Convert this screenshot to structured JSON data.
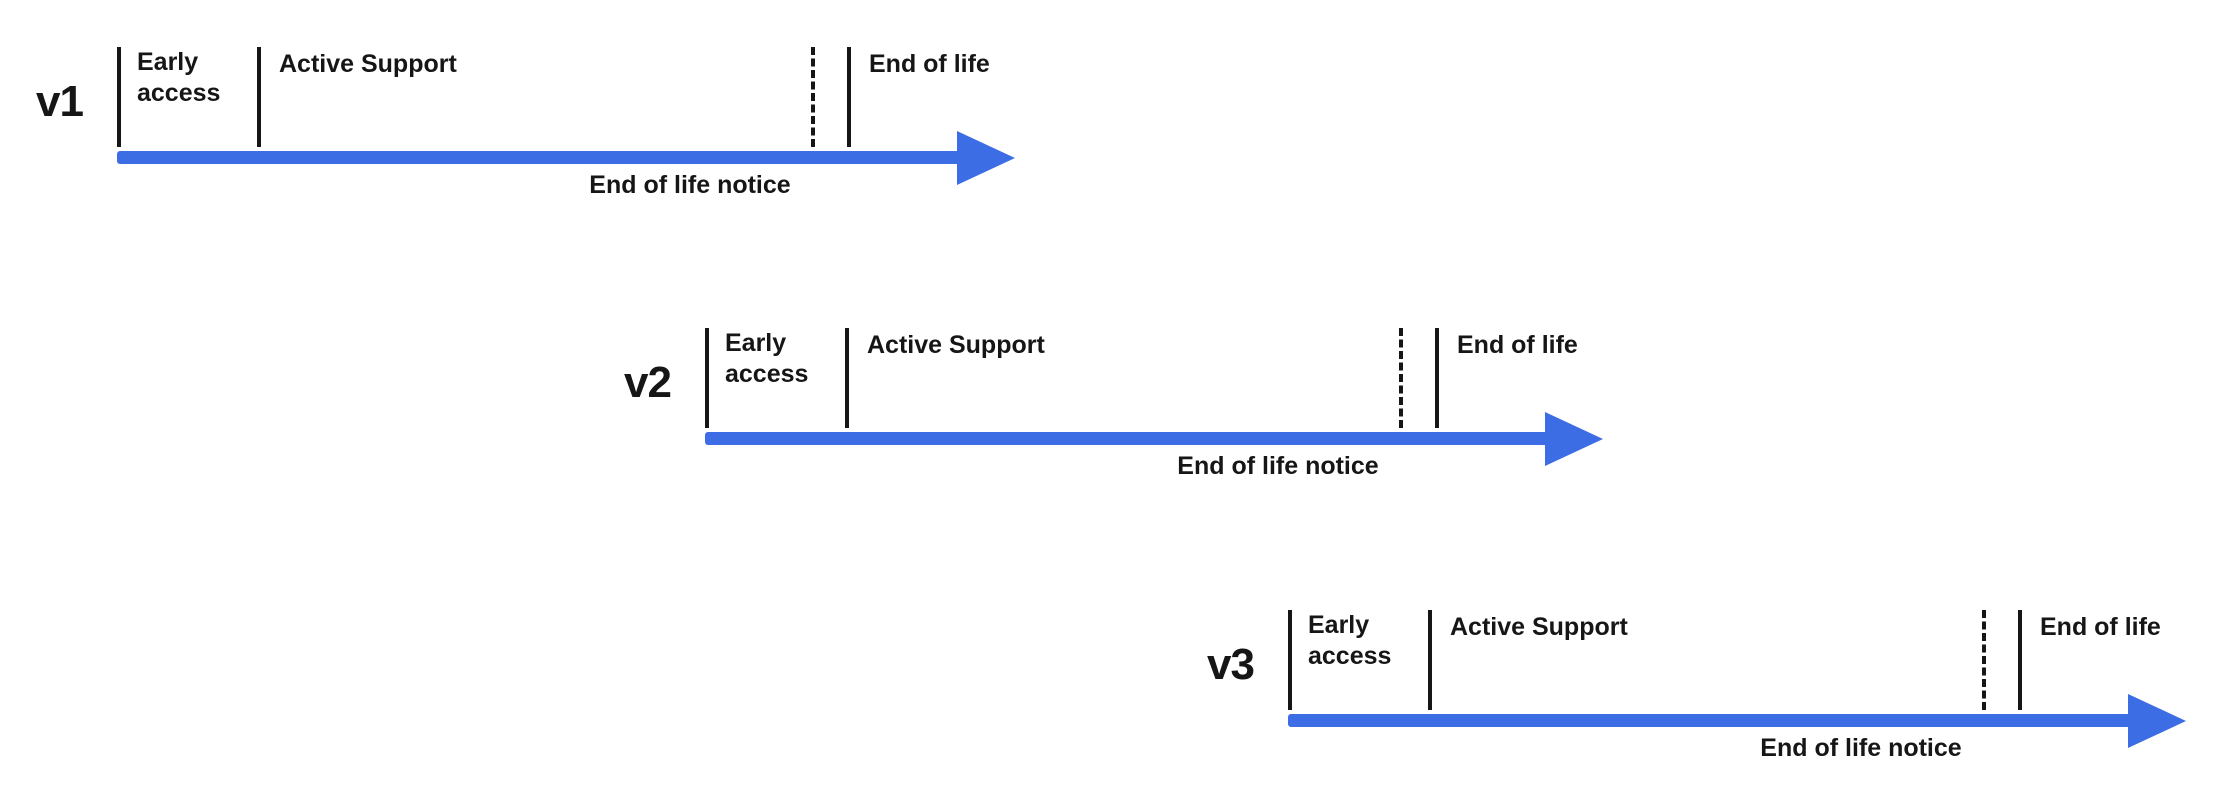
{
  "diagram": {
    "background_color": "#ffffff",
    "accent_color": "#3c6de4",
    "text_color": "#161616",
    "timelines": [
      {
        "version": "v1",
        "phases": {
          "early_access": "Early\naccess",
          "active_support": "Active Support",
          "end_of_life": "End of life",
          "eol_notice": "End of life notice"
        }
      },
      {
        "version": "v2",
        "phases": {
          "early_access": "Early\naccess",
          "active_support": "Active Support",
          "end_of_life": "End of life",
          "eol_notice": "End of life notice"
        }
      },
      {
        "version": "v3",
        "phases": {
          "early_access": "Early\naccess",
          "active_support": "Active Support",
          "end_of_life": "End of life",
          "eol_notice": "End of life notice"
        }
      }
    ]
  }
}
